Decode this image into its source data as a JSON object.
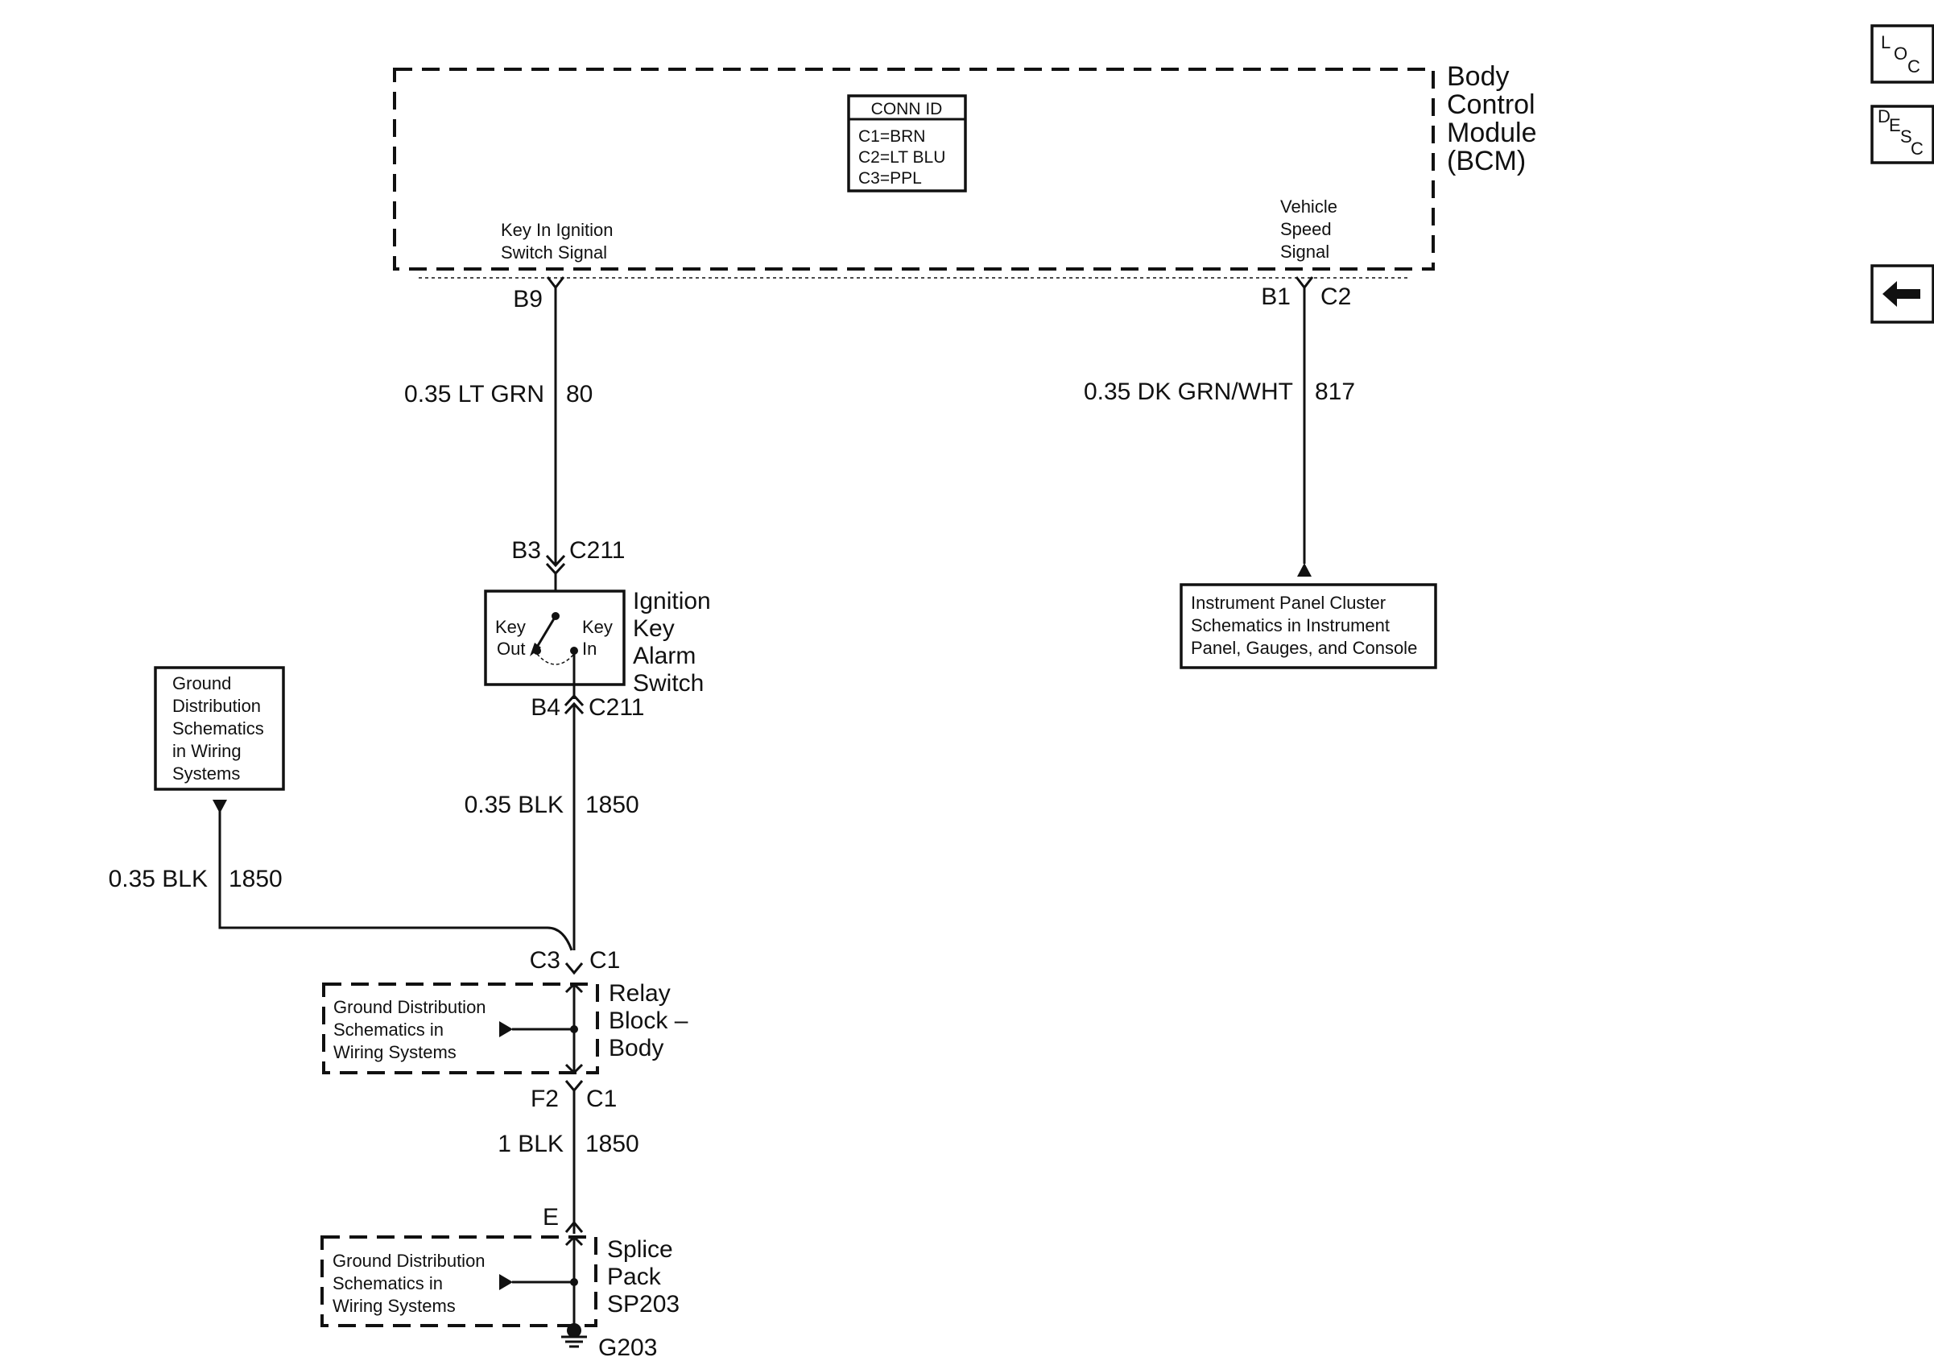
{
  "bcm": {
    "name_line1": "Body",
    "name_line2": "Control",
    "name_line3": "Module",
    "name_line4": "(BCM)",
    "conn_id_title": "CONN ID",
    "conn_c1": "C1=BRN",
    "conn_c2": "C2=LT BLU",
    "conn_c3": "C3=PPL",
    "signal_key_line1": "Key In Ignition",
    "signal_key_line2": "Switch Signal",
    "signal_vss_line1": "Vehicle",
    "signal_vss_line2": "Speed",
    "signal_vss_line3": "Signal"
  },
  "wires": {
    "w80_pin": "B9",
    "w80_gauge": "0.35 LT GRN",
    "w80_circuit": "80",
    "w817_pin": "B1",
    "w817_conn": "C2",
    "w817_gauge": "0.35 DK GRN/WHT",
    "w817_circuit": "817",
    "c211_top_pin": "B3",
    "c211_top_conn": "C211",
    "c211_bot_pin": "B4",
    "c211_bot_conn": "C211",
    "w1850a_gauge": "0.35 BLK",
    "w1850a_circuit": "1850",
    "w1850b_gauge": "0.35 BLK",
    "w1850b_circuit": "1850",
    "rb_top_pin": "C3",
    "rb_top_conn": "C1",
    "rb_bot_pin": "F2",
    "rb_bot_conn": "C1",
    "w1850c_gauge": "1 BLK",
    "w1850c_circuit": "1850",
    "sp_pin": "E",
    "ground": "G203"
  },
  "switch": {
    "name_line1": "Ignition",
    "name_line2": "Key",
    "name_line3": "Alarm",
    "name_line4": "Switch",
    "key_out_1": "Key",
    "key_out_2": "Out",
    "key_in_1": "Key",
    "key_in_2": "In"
  },
  "ipc_ref": {
    "line1": "Instrument Panel Cluster",
    "line2": "Schematics in Instrument",
    "line3": "Panel, Gauges, and Console"
  },
  "ground_ref_top": {
    "line1": "Ground",
    "line2": "Distribution",
    "line3": "Schematics",
    "line4": "in Wiring",
    "line5": "Systems"
  },
  "relay_block": {
    "name_line1": "Relay",
    "name_line2": "Block –",
    "name_line3": "Body",
    "ref_line1": "Ground Distribution",
    "ref_line2": "Schematics in",
    "ref_line3": "Wiring Systems"
  },
  "splice_pack": {
    "name_line1": "Splice",
    "name_line2": "Pack",
    "name_line3": "SP203",
    "ref_line1": "Ground Distribution",
    "ref_line2": "Schematics in",
    "ref_line3": "Wiring Systems"
  },
  "nav": {
    "loc_l": "L",
    "loc_o": "O",
    "loc_c": "C",
    "desc_d": "D",
    "desc_e": "E",
    "desc_s": "S",
    "desc_c": "C",
    "back_icon": "left-arrow-icon"
  }
}
